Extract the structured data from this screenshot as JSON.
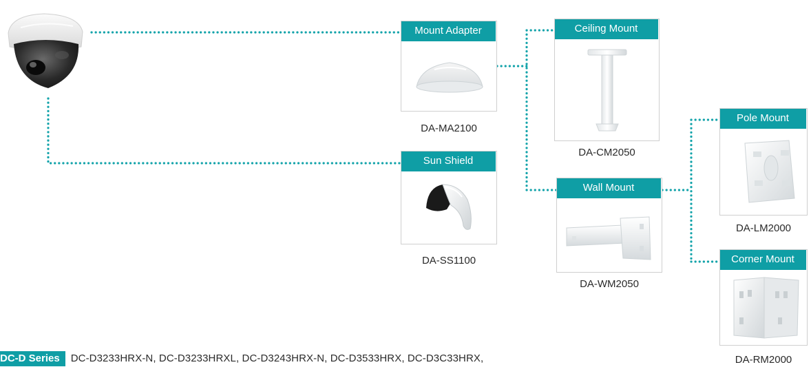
{
  "series": {
    "badge": "DC-D Series",
    "models": "DC-D3233HRX-N, DC-D3233HRXL, DC-D3243HRX-N, DC-D3533HRX, DC-D3C33HRX,"
  },
  "accessories": {
    "mount_adapter": {
      "title": "Mount Adapter",
      "model": "DA-MA2100"
    },
    "sun_shield": {
      "title": "Sun Shield",
      "model": "DA-SS1100"
    },
    "ceiling_mount": {
      "title": "Ceiling Mount",
      "model": "DA-CM2050"
    },
    "wall_mount": {
      "title": "Wall Mount",
      "model": "DA-WM2050"
    },
    "pole_mount": {
      "title": "Pole Mount",
      "model": "DA-LM2000"
    },
    "corner_mount": {
      "title": "Corner Mount",
      "model": "DA-RM2000"
    }
  },
  "colors": {
    "accent": "#0f9ea5",
    "connector": "#13a3aa",
    "card_border": "#cfcfcf"
  }
}
